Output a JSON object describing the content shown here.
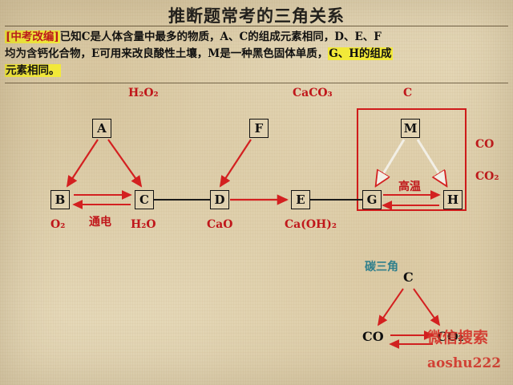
{
  "title": "推断题常考的三角关系",
  "problem": {
    "tag": "[中考改编]",
    "line1_rest": "已知C是人体含量中最多的物质，A、C的组成元素相同，D、E、F",
    "line2": "均为含钙化合物，E可用来改良酸性土壤，M是一种黑色固体单质，",
    "line2_hl": "G、H的组成",
    "line3_hl": "元素相同。"
  },
  "nodes": [
    {
      "id": "A",
      "label": "A"
    },
    {
      "id": "B",
      "label": "B"
    },
    {
      "id": "C",
      "label": "C"
    },
    {
      "id": "D",
      "label": "D"
    },
    {
      "id": "E",
      "label": "E"
    },
    {
      "id": "F",
      "label": "F"
    },
    {
      "id": "G",
      "label": "G"
    },
    {
      "id": "H",
      "label": "H"
    },
    {
      "id": "M",
      "label": "M"
    },
    {
      "id": "C2",
      "label": "C"
    }
  ],
  "labels": {
    "h2o2": "H₂O₂",
    "caco3": "CaCO₃",
    "carbon": "C",
    "o2": "O₂",
    "h2o": "H₂O",
    "cao": "CaO",
    "caoh2": "Ca(OH)₂",
    "electrolysis": "通电",
    "high_temp": "高温",
    "co": "CO",
    "co2": "CO₂",
    "carbon_triangle": "碳三角",
    "co_bottom": "CO",
    "co2_bottom": "CO₂"
  },
  "watermark": {
    "line1": "微信搜索",
    "line2": "aoshu222"
  },
  "colors": {
    "paper": "#e5d8b8",
    "red": "#c0171b",
    "arrow_red": "#d32020",
    "highlight": "#f3ea3a",
    "teal": "#2f7f8c",
    "ink": "#111111"
  }
}
